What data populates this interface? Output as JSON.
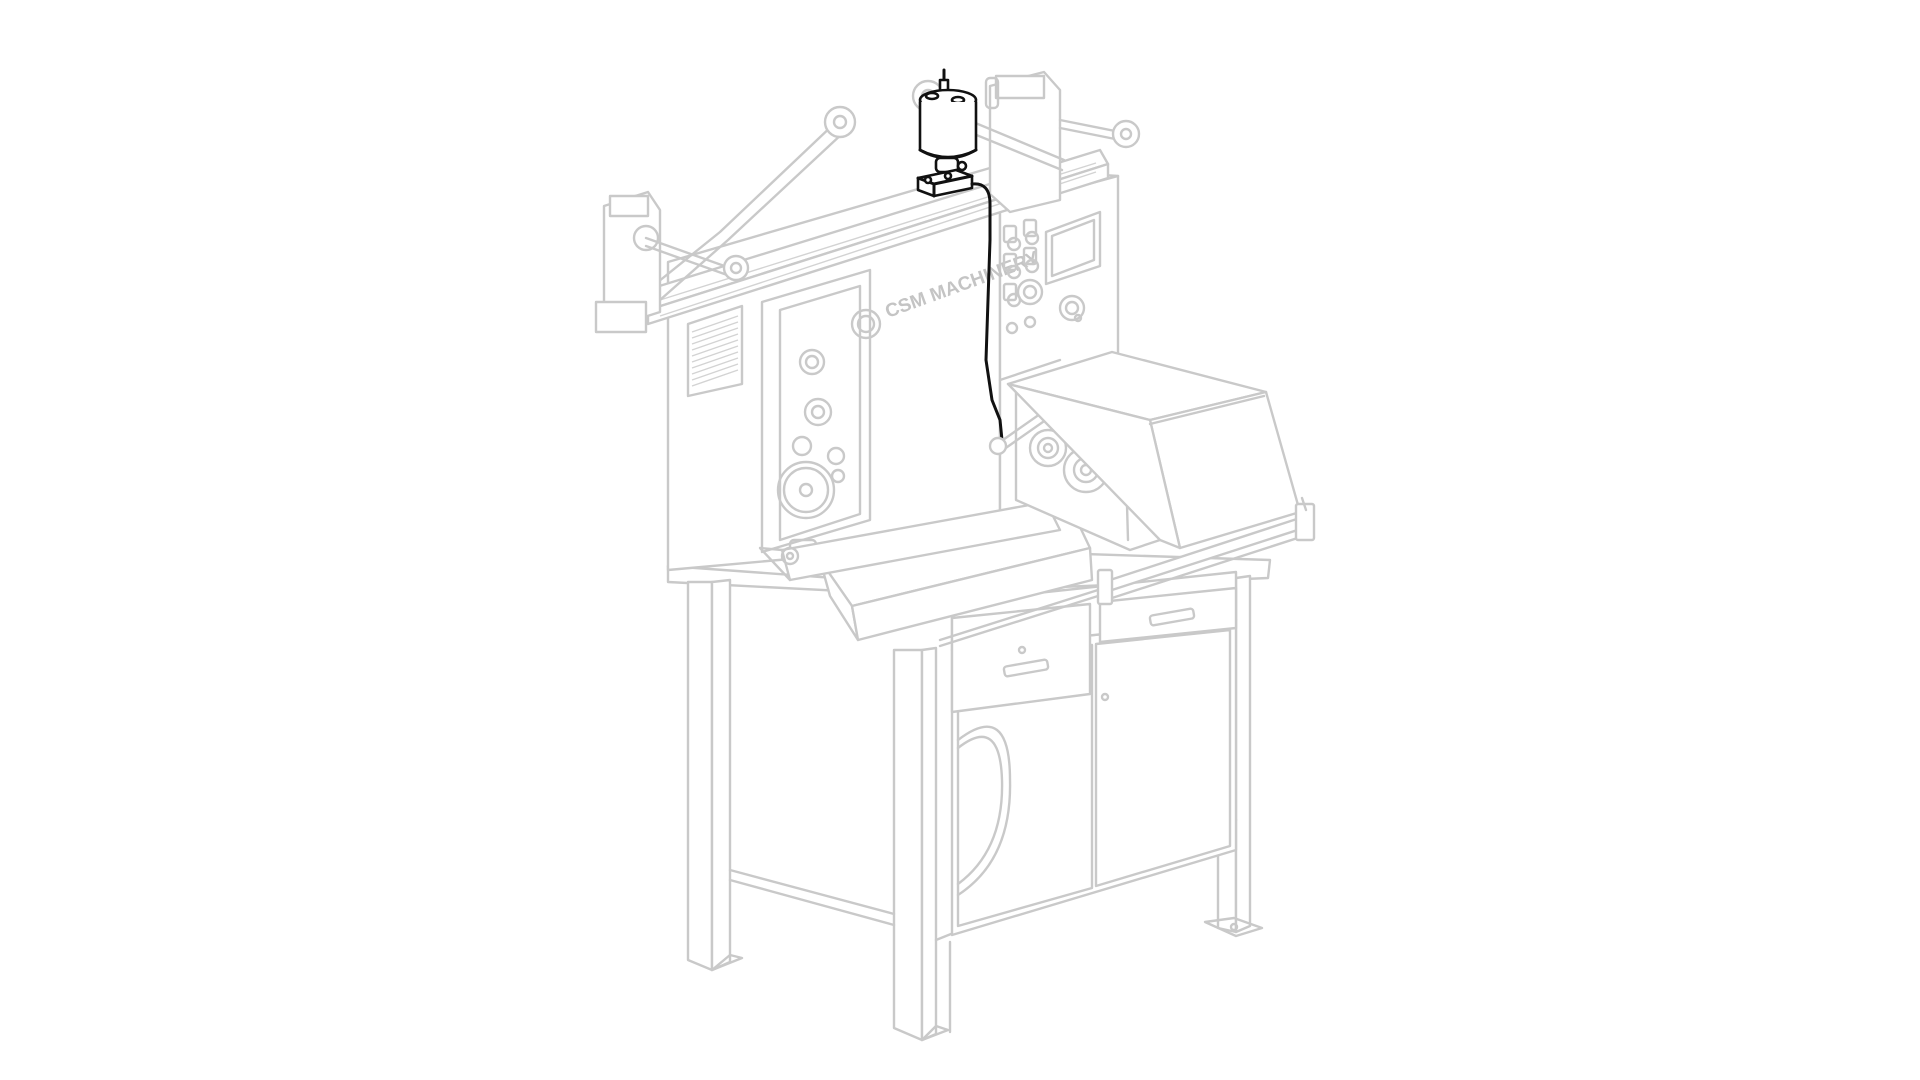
{
  "figure": {
    "subject": "Industrial bias binding machine on workbench stand, line-art drawing",
    "highlighted_part": "Lubricator oil reservoir with feed line (drawn in black)",
    "brand_logo_text": "CSM MACHINERY"
  },
  "colors": {
    "background": "#ffffff",
    "line_art": "#c9c9c9",
    "highlight": "#111111"
  },
  "parts": [
    {
      "id": "lubricator",
      "label": "Oil lubricator reservoir",
      "highlighted": true
    },
    {
      "id": "feed-line",
      "label": "Lubrication feed hose",
      "highlighted": true
    },
    {
      "id": "main-cabinet",
      "label": "Main machine housing",
      "highlighted": false
    },
    {
      "id": "control-panel",
      "label": "Control panel with display and switches",
      "highlighted": false
    },
    {
      "id": "guide-rail",
      "label": "Upper guide rail with tension arms",
      "highlighted": false
    },
    {
      "id": "sewing-head",
      "label": "Feeding/folding head unit",
      "highlighted": false
    },
    {
      "id": "cover-hood",
      "label": "Hinged protective hood",
      "highlighted": false
    },
    {
      "id": "tray",
      "label": "Front material tray",
      "highlighted": false
    },
    {
      "id": "drawers",
      "label": "Two drawers",
      "highlighted": false
    },
    {
      "id": "cabinet-doors",
      "label": "Lower cabinet doors",
      "highlighted": false
    },
    {
      "id": "stand",
      "label": "Steel stand with four legs",
      "highlighted": false
    }
  ]
}
